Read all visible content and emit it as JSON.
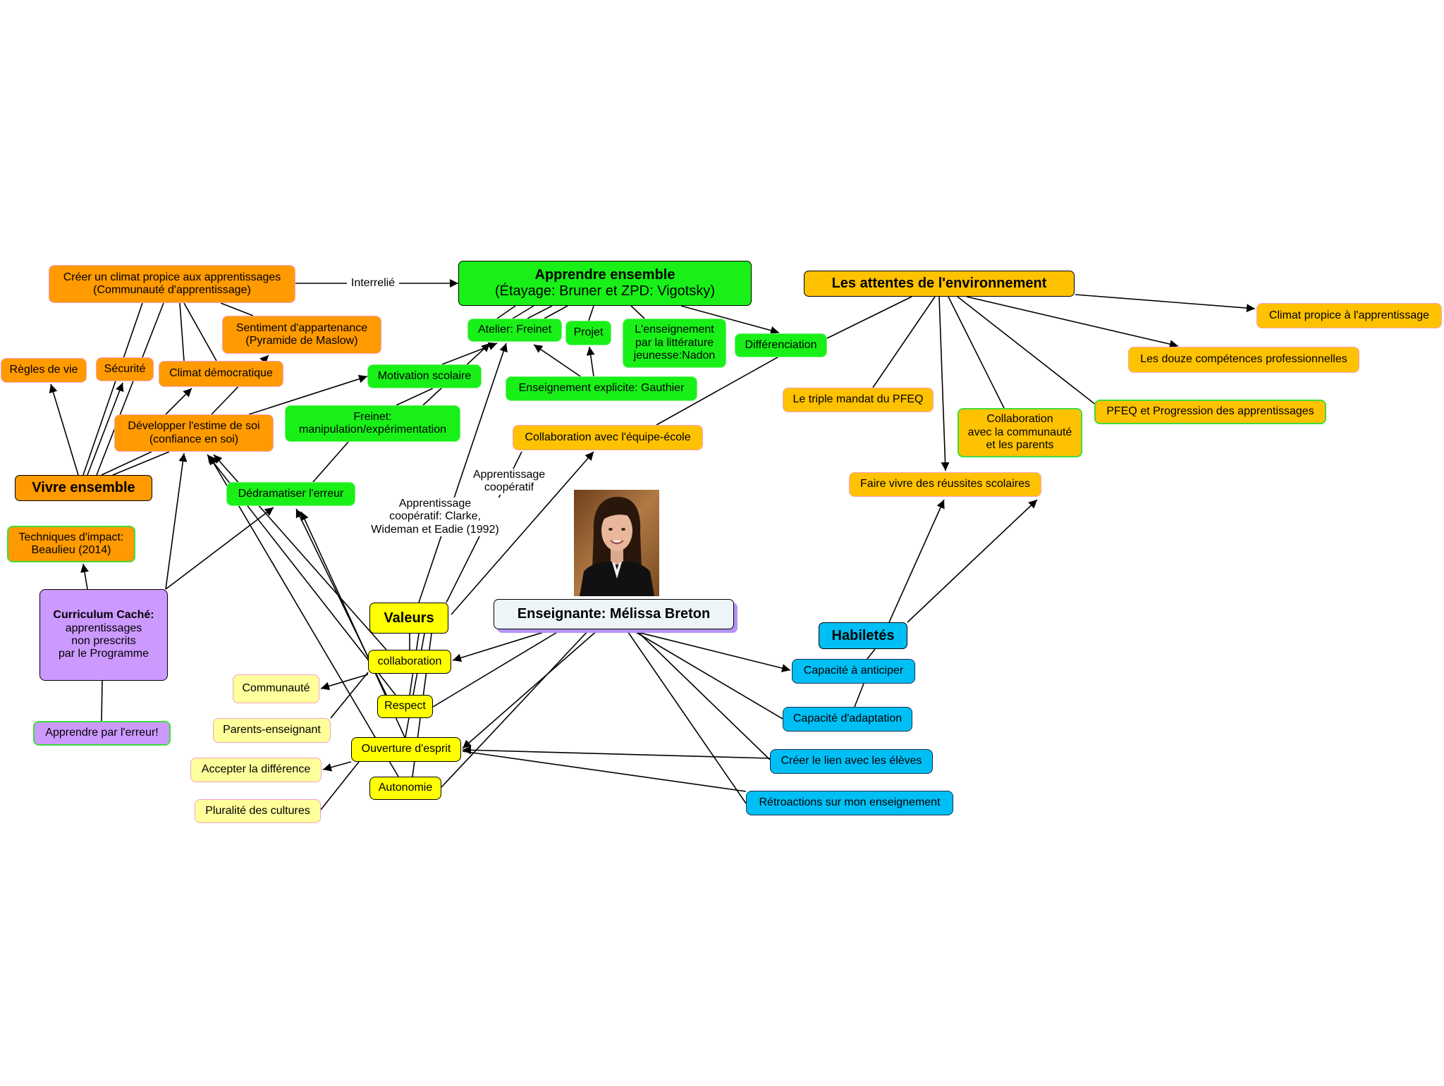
{
  "center": {
    "label": "Enseignante: Mélissa Breton"
  },
  "vivre_ensemble": {
    "title": "Vivre ensemble",
    "creer_climat": "Créer un climat propice aux apprentissages\n(Communauté d'apprentissage)",
    "regles": "Règles de vie",
    "securite": "Sécurité",
    "climat_democratique": "Climat démocratique",
    "sentiment": "Sentiment d'appartenance\n(Pyramide de Maslow)",
    "estime": "Développer l'estime de soi\n(confiance en soi)",
    "techniques": "Techniques d'impact:\nBeaulieu (2014)"
  },
  "apprendre_ensemble": {
    "title": "Apprendre ensemble",
    "subtitle": "(Étayage: Bruner et ZPD: Vigotsky)",
    "atelier": "Atelier: Freinet",
    "projet": "Projet",
    "nadon": "L'enseignement\npar la littérature\njeunesse:Nadon",
    "differenciation": "Différenciation",
    "motivation": "Motivation scolaire",
    "explicite": "Enseignement explicite: Gauthier",
    "freinet_manip": "Freinet:\nmanipulation/expérimentation",
    "dedramatiser": "Dédramatiser l'erreur"
  },
  "attentes": {
    "title": "Les attentes de l'environnement",
    "climat_propice": "Climat propice à l'apprentissage",
    "douze": "Les douze compétences professionnelles",
    "triple": "Le triple mandat du PFEQ",
    "pfeq": "PFEQ et Progression des apprentissages",
    "collab_communaute": "Collaboration\navec la communauté\net les parents",
    "collab_equipe": "Collaboration avec l'équipe-école",
    "reussites": "Faire vivre des réussites scolaires"
  },
  "valeurs": {
    "title": "Valeurs",
    "collaboration": "collaboration",
    "respect": "Respect",
    "ouverture": "Ouverture d'esprit",
    "autonomie": "Autonomie",
    "communaute": "Communauté",
    "parents": "Parents-enseignant",
    "accepter": "Accepter la différence",
    "pluralite": "Pluralité des cultures"
  },
  "habiletes": {
    "title": "Habiletés",
    "anticiper": "Capacité à anticiper",
    "adaptation": "Capacité d'adaptation",
    "lien": "Créer le lien avec les élèves",
    "retroactions": "Rétroactions sur mon enseignement"
  },
  "curriculum": {
    "title": "Curriculum Caché:",
    "body": "apprentissages\nnon prescrits\npar le Programme",
    "erreur": "Apprendre par l'erreur!"
  },
  "links": {
    "interrelie": "Interrelié",
    "cooperatif": "Apprentissage\ncoopératif",
    "cooperatif_clarke": "Apprentissage\ncoopératif: Clarke,\nWideman et Eadie (1992)"
  },
  "colors": {
    "orange": "#ff9a00",
    "green": "#18f018",
    "gold": "#ffc200",
    "yellow": "#ffff00",
    "pale_yellow": "#ffff9c",
    "cyan": "#00bff5",
    "purple": "#cc99ff",
    "center": "#eef5f8",
    "center_shadow": "#b592f2",
    "pink_border": "#f4a3c0",
    "green_border": "#3fdc3f"
  }
}
